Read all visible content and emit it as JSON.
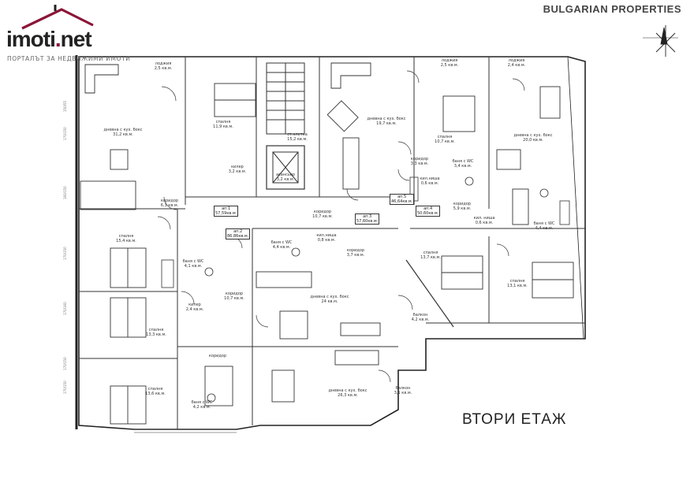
{
  "header": {
    "logo_text_main": "imoti",
    "logo_text_dot": ".",
    "logo_text_tld": "net",
    "tagline": "ПОРТАЛЪТ ЗА НЕДВИЖИМИ ИМОТИ",
    "brand": "BULGARIAN PROPERTIES",
    "logo_color": "#8b1538"
  },
  "floor_title": "ВТОРИ  ЕТАЖ",
  "icons": {
    "compass": "compass-rose-icon",
    "logo": "house-roof-icon"
  },
  "rooms": [
    {
      "name": "лоджия",
      "area": "2,5 кв.м."
    },
    {
      "name": "спалня",
      "area": "11,9 кв.м."
    },
    {
      "name": "дневна с кух. бокс",
      "area": "31,2 кв.м."
    },
    {
      "name": "килер",
      "area": "3,2 кв.м."
    },
    {
      "name": "коридор",
      "area": "6,3 кв.м."
    },
    {
      "name": "асансьор",
      "area": "3,2 кв.м."
    },
    {
      "name": "ст.клетка",
      "area": "15,2 кв.м."
    },
    {
      "name": "дневна с кух. бокс",
      "area": "19,7 кв.м."
    },
    {
      "name": "лоджия",
      "area": "2,5 кв.м."
    },
    {
      "name": "лоджия",
      "area": "2,4 кв.м."
    },
    {
      "name": "спалня",
      "area": "10,7 кв.м."
    },
    {
      "name": "дневна с кух. бокс",
      "area": "20,0 кв.м."
    },
    {
      "name": "коридор",
      "area": "3,3 кв.м."
    },
    {
      "name": "баня с WC",
      "area": "3,4 кв.м."
    },
    {
      "name": "кил.ниша",
      "area": "0,6 кв.м."
    },
    {
      "name": "коридор",
      "area": "5,9 кв.м."
    },
    {
      "name": "кил. ниша",
      "area": "0,6 кв.м."
    },
    {
      "name": "баня с WC",
      "area": "4,4 кв.м."
    },
    {
      "name": "коридор",
      "area": "10,7 кв.м."
    },
    {
      "name": "спалня",
      "area": "15,4 кв.м."
    },
    {
      "name": "баня с WC",
      "area": "4,1 кв.м."
    },
    {
      "name": "баня с WC",
      "area": "4,4 кв.м."
    },
    {
      "name": "кил.ниша",
      "area": "0,8 кв.м."
    },
    {
      "name": "коридор",
      "area": "3,7 кв.м."
    },
    {
      "name": "спалня",
      "area": "13,7 кв.м."
    },
    {
      "name": "спалня",
      "area": "13,1 кв.м."
    },
    {
      "name": "коридор",
      "area": "10,7 кв.м."
    },
    {
      "name": "килер",
      "area": "2,4 кв.м."
    },
    {
      "name": "дневна с кух. бокс",
      "area": "24 кв.м."
    },
    {
      "name": "балкон",
      "area": "4,2 кв.м."
    },
    {
      "name": "спалня",
      "area": "13,3 кв.м."
    },
    {
      "name": "спалня",
      "area": "13,6 кв.м."
    },
    {
      "name": "баня с WC",
      "area": "4,2 кв.м."
    },
    {
      "name": "коридор",
      "area": ""
    },
    {
      "name": "дневна с кух. бокс",
      "area": "26,3 кв.м."
    },
    {
      "name": "балкон",
      "area": "3,1 кв.м."
    }
  ],
  "apartments": [
    {
      "name": "ап.1",
      "area": "57,59кв.м."
    },
    {
      "name": "ап.2",
      "area": "86,86кв.м."
    },
    {
      "name": "ап.3",
      "area": "57,60кв.м."
    },
    {
      "name": "ап.4",
      "area": "50,60кв.м."
    },
    {
      "name": "ап.5",
      "area": "46,64кв.м."
    }
  ],
  "dimensions": [
    "150/55",
    "170/150",
    "160/150",
    "170/150",
    "170/160",
    "170/150",
    "170/150"
  ]
}
